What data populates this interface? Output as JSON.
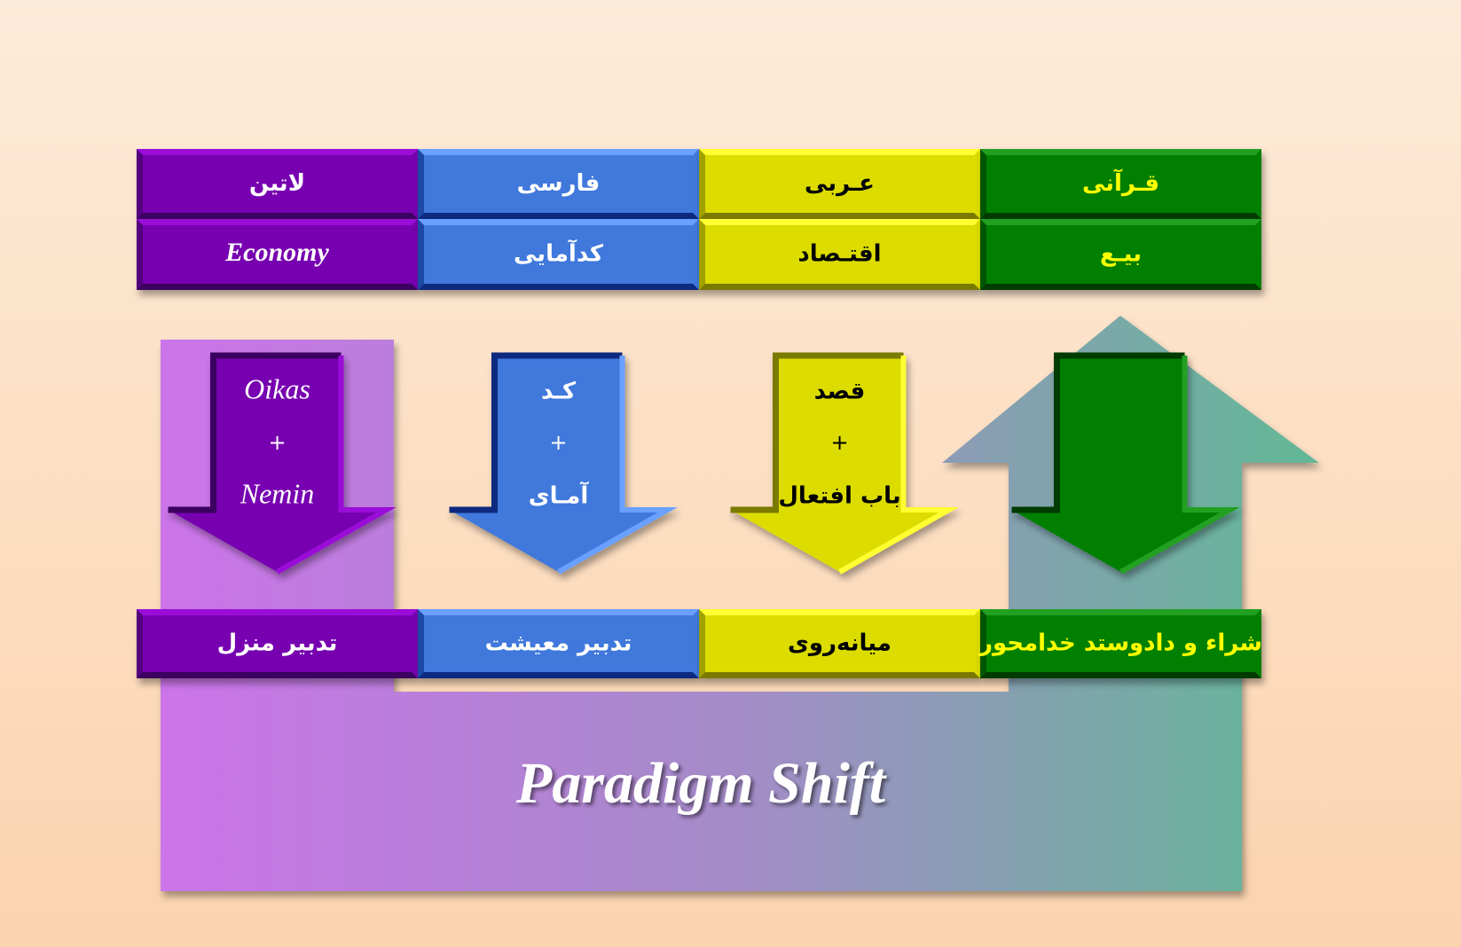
{
  "colors": {
    "purple": "#7700b0",
    "blue": "#3f78dc",
    "yellow": "#dcdc00",
    "green": "#007f00"
  },
  "columns": [
    {
      "language": "لاتین",
      "term": "Economy",
      "term_latin": true,
      "arrow": [
        "Oikas",
        "+",
        "Nemin"
      ],
      "arrow_latin": true,
      "meaning": "تدبیر منزل",
      "fill": "#7700b0",
      "light": "#9a10d8",
      "dark": "#3a0060",
      "text": "#ffffff"
    },
    {
      "language": "فارسی",
      "term": "کدآمایی",
      "term_latin": false,
      "arrow": [
        "کـد",
        "+",
        "آمـای"
      ],
      "arrow_latin": false,
      "meaning": "تدبیر معیشت",
      "fill": "#3f78dc",
      "light": "#6aa0ff",
      "dark": "#0a2a80",
      "text": "#ffffff"
    },
    {
      "language": "عـربی",
      "term": "اقتـصاد",
      "term_latin": false,
      "arrow": [
        "قصد",
        "+",
        "باب افتعال"
      ],
      "arrow_latin": false,
      "meaning": "میانه‌روی",
      "fill": "#dcdc00",
      "light": "#ffff30",
      "dark": "#7a7a00",
      "text": "#000000"
    },
    {
      "language": "قـرآنی",
      "term": "بیـع",
      "term_latin": false,
      "arrow": [],
      "arrow_latin": false,
      "meaning": "شراء و دادوستد خدامحور",
      "fill": "#007f00",
      "light": "#20a020",
      "dark": "#003a00",
      "text": "#ffff00"
    }
  ],
  "title": "Paradigm Shift"
}
